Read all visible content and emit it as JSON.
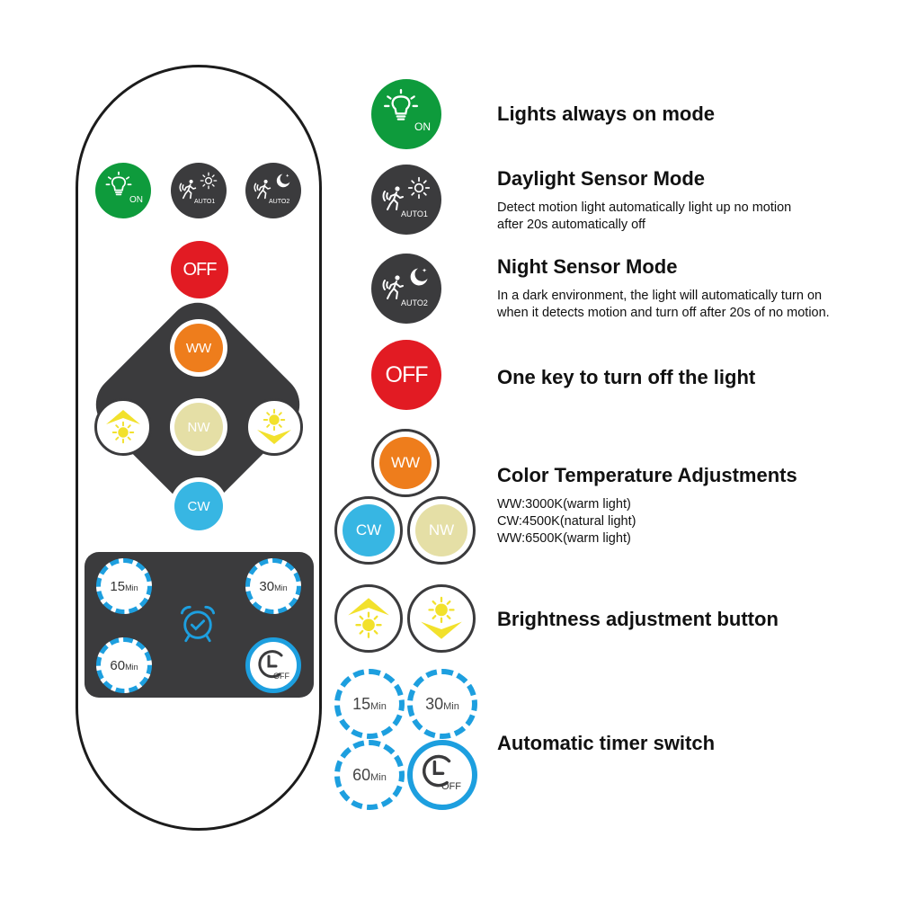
{
  "colors": {
    "green": "#0e9b3c",
    "dark": "#3b3b3d",
    "red": "#e21b23",
    "orange": "#ee7d1c",
    "cream": "#e5dfa6",
    "cyan": "#37b6e3",
    "yellow": "#f2e12c",
    "timer_blue": "#1d9fdf"
  },
  "buttons": {
    "on_label": "ON",
    "auto1_label": "AUTO1",
    "auto2_label": "AUTO2",
    "off_label": "OFF",
    "ww_label": "WW",
    "nw_label": "NW",
    "cw_label": "CW",
    "t15_value": "15",
    "t30_value": "30",
    "t60_value": "60",
    "min_unit": "Min",
    "timer_off_label": "OFF"
  },
  "features": [
    {
      "title": "Lights always on mode",
      "desc": []
    },
    {
      "title": "Daylight Sensor Mode",
      "desc": [
        "Detect motion light automatically light up no motion",
        "after 20s automatically off"
      ]
    },
    {
      "title": "Night Sensor Mode",
      "desc": [
        "In a dark environment, the light will automatically turn on",
        "when it detects motion and turn off after 20s of no motion."
      ]
    },
    {
      "title": "One key to turn off the light",
      "desc": []
    },
    {
      "title": "Color Temperature Adjustments",
      "desc": [
        "WW:3000K(warm light)",
        "CW:4500K(natural light)",
        "WW:6500K(warm light)"
      ]
    },
    {
      "title": "Brightness adjustment button",
      "desc": []
    },
    {
      "title": "Automatic timer switch",
      "desc": []
    }
  ]
}
